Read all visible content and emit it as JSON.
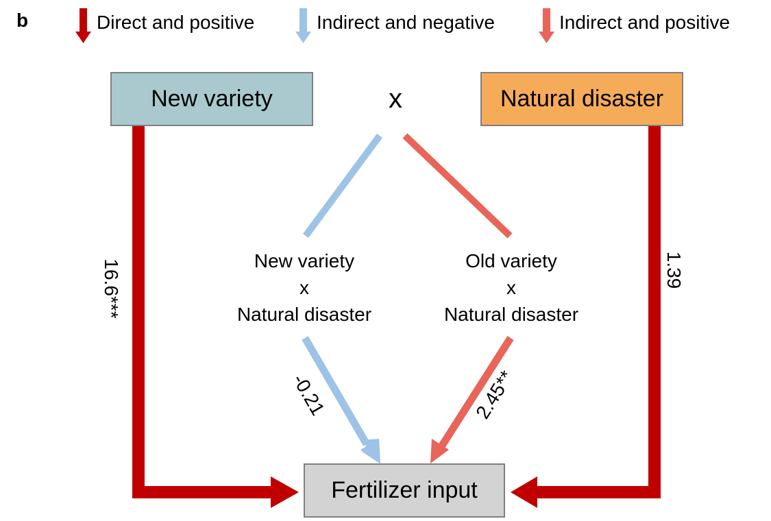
{
  "panel_label": "b",
  "legend": [
    {
      "label": "Direct and positive",
      "color": "#c00000",
      "icon": "down-arrow-icon"
    },
    {
      "label": "Indirect and negative",
      "color": "#9dc3e6",
      "icon": "down-arrow-icon"
    },
    {
      "label": "Indirect and positive",
      "color": "#e8655a",
      "icon": "down-arrow-icon"
    }
  ],
  "nodes": {
    "new_variety": {
      "label": "New variety",
      "fill": "#a9c9ce"
    },
    "natural_disaster": {
      "label": "Natural disaster",
      "fill": "#f6ab59"
    },
    "fertilizer_input": {
      "label": "Fertilizer input",
      "fill": "#d3d3d3"
    },
    "interaction_symbol": "x",
    "new_x_disaster": {
      "line1": "New variety",
      "line2": "x",
      "line3": "Natural disaster"
    },
    "old_x_disaster": {
      "line1": "Old variety",
      "line2": "x",
      "line3": "Natural disaster"
    }
  },
  "edges": {
    "new_variety_to_fertilizer": {
      "coef": "16.6***",
      "type": "Direct and positive"
    },
    "disaster_to_fertilizer": {
      "coef": "1.39",
      "type": "Direct and positive"
    },
    "new_x_disaster_to_fertilizer": {
      "coef": "-0.21",
      "type": "Indirect and negative"
    },
    "old_x_disaster_to_fertilizer": {
      "coef": "2.45**",
      "type": "Indirect and positive"
    }
  },
  "colors": {
    "direct": "#c00000",
    "indirect_negative": "#9dc3e6",
    "indirect_positive": "#e8655a",
    "box_border": "#808080"
  }
}
